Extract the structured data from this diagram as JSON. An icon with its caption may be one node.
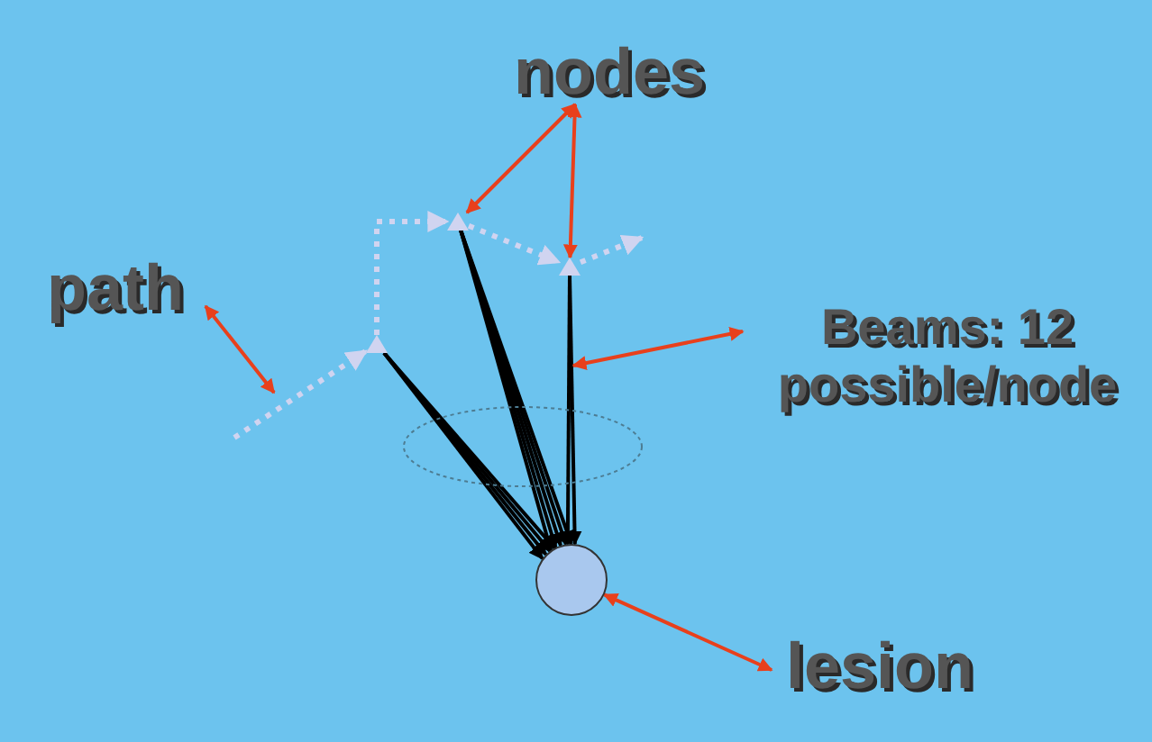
{
  "diagram": {
    "nodes": [
      {
        "text": [
          "nodes"
        ]
      },
      {
        "text": [
          "path"
        ]
      },
      {
        "text": [
          "Beams: 12 possible/node"
        ]
      },
      {
        "text": [
          "lesion"
        ]
      },
      {
        "text": [],
        "shape": "triangle"
      },
      {
        "text": [],
        "shape": "triangle"
      },
      {
        "text": [],
        "shape": "triangle"
      },
      {
        "text": [],
        "shape": "circle"
      }
    ],
    "edges": [
      {
        "from": null,
        "to": 4,
        "arrow": "to",
        "style": "dashed",
        "color": "#d0d4f0"
      },
      {
        "from": 4,
        "to": 5,
        "arrow": "to",
        "style": "dashed",
        "color": "#d0d4f0"
      },
      {
        "from": 5,
        "to": 6,
        "arrow": "to",
        "style": "dashed",
        "color": "#d0d4f0"
      },
      {
        "from": 6,
        "to": null,
        "arrow": "to",
        "style": "dashed",
        "color": "#d0d4f0"
      },
      {
        "from": 4,
        "to": 7,
        "arrow": "to"
      },
      {
        "from": 4,
        "to": 7,
        "arrow": "to"
      },
      {
        "from": 4,
        "to": 7,
        "arrow": "to"
      },
      {
        "from": 4,
        "to": 7,
        "arrow": "to"
      },
      {
        "from": 5,
        "to": 7,
        "arrow": "to"
      },
      {
        "from": 5,
        "to": 7,
        "arrow": "to"
      },
      {
        "from": 5,
        "to": 7,
        "arrow": "to"
      },
      {
        "from": 5,
        "to": 7,
        "arrow": "to"
      },
      {
        "from": 5,
        "to": 7,
        "arrow": "to"
      },
      {
        "from": 6,
        "to": 7,
        "arrow": "to"
      },
      {
        "from": 6,
        "to": 7,
        "arrow": "to"
      },
      {
        "from": 0,
        "to": 5,
        "arrow": "both",
        "color": "#e8401c"
      },
      {
        "from": 0,
        "to": 6,
        "arrow": "both",
        "color": "#e8401c"
      },
      {
        "from": 1,
        "to": null,
        "arrow": "both",
        "color": "#e8401c"
      },
      {
        "from": 2,
        "to": null,
        "arrow": "both",
        "color": "#e8401c"
      },
      {
        "from": 3,
        "to": 7,
        "arrow": "both",
        "color": "#e8401c"
      }
    ]
  }
}
